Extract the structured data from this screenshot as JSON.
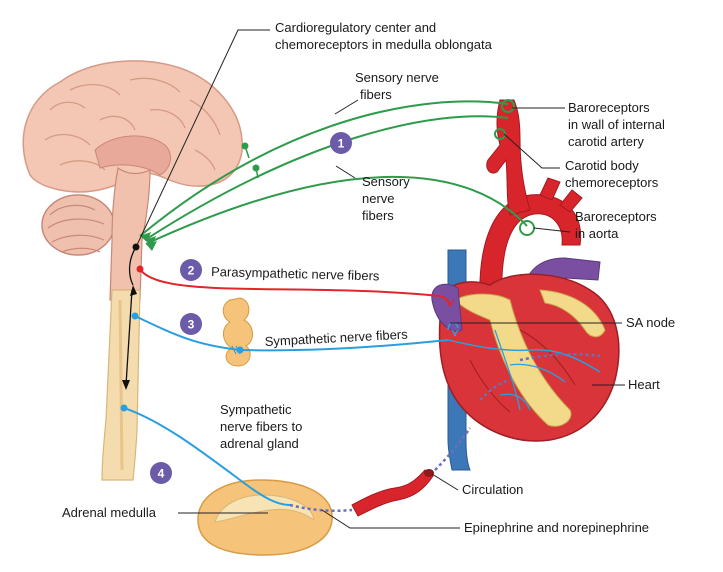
{
  "diagram": {
    "labels": {
      "medulla_line1": "Cardioregulatory center and",
      "medulla_line2": "chemoreceptors in medulla oblongata",
      "sensory_top_line1": "Sensory nerve",
      "sensory_top_line2": "fibers",
      "sensory_mid_line1": "Sensory",
      "sensory_mid_line2": "nerve",
      "sensory_mid_line3": "fibers",
      "baro_carotid_line1": "Baroreceptors",
      "baro_carotid_line2": "in wall of internal",
      "baro_carotid_line3": "carotid artery",
      "carotid_body_line1": "Carotid body",
      "carotid_body_line2": "chemoreceptors",
      "baro_aorta_line1": "Baroreceptors",
      "baro_aorta_line2": "in aorta",
      "parasympathetic": "Parasympathetic nerve fibers",
      "sympathetic": "Sympathetic nerve fibers",
      "sa_node": "SA node",
      "heart": "Heart",
      "symp_adrenal_line1": "Sympathetic",
      "symp_adrenal_line2": "nerve fibers to",
      "symp_adrenal_line3": "adrenal gland",
      "circulation": "Circulation",
      "adrenal_medulla": "Adrenal medulla",
      "epinephrine": "Epinephrine and norepinephrine"
    },
    "steps": [
      "1",
      "2",
      "3",
      "4"
    ],
    "colors": {
      "sensory": "#2e9b4a",
      "parasympathetic": "#e0262b",
      "sympathetic": "#2a9fe0",
      "step_badge": "#6b5ba8",
      "artery": "#d8242b",
      "vein": "#3c78b8",
      "brain": "#f2c4b0"
    }
  }
}
